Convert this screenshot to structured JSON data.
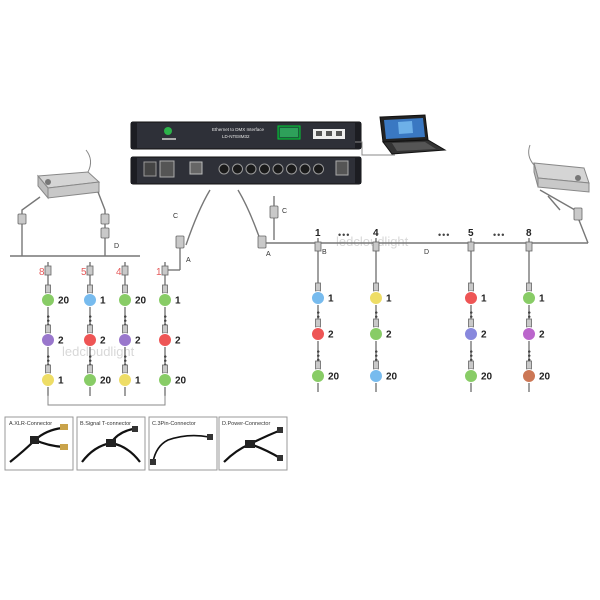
{
  "controller": {
    "title": "Ethernet to DMX Interface",
    "model": "LD-NTE8M32"
  },
  "watermarks": [
    "ledcloudlight",
    "ledcloudlight"
  ],
  "connector_labels": {
    "A": "A",
    "B": "B",
    "C": "C",
    "D": "D"
  },
  "dots": "•••",
  "left_strands": [
    {
      "id": "8",
      "nodes": [
        {
          "label": "20",
          "color": "#88cc66"
        },
        {
          "label": "2",
          "color": "#9977cc"
        },
        {
          "label": "1",
          "color": "#eedd66"
        }
      ]
    },
    {
      "id": "5",
      "nodes": [
        {
          "label": "1",
          "color": "#77bbee"
        },
        {
          "label": "2",
          "color": "#ee5555"
        },
        {
          "label": "20",
          "color": "#88cc66"
        }
      ]
    },
    {
      "id": "4",
      "nodes": [
        {
          "label": "20",
          "color": "#88cc66"
        },
        {
          "label": "2",
          "color": "#9977cc"
        },
        {
          "label": "1",
          "color": "#eedd66"
        }
      ]
    },
    {
      "id": "1",
      "nodes": [
        {
          "label": "1",
          "color": "#88cc66"
        },
        {
          "label": "2",
          "color": "#ee5555"
        },
        {
          "label": "20",
          "color": "#88cc66"
        }
      ]
    }
  ],
  "right_strands": [
    {
      "id": "1",
      "nodes": [
        {
          "label": "1",
          "color": "#77bbee"
        },
        {
          "label": "2",
          "color": "#ee5555"
        },
        {
          "label": "20",
          "color": "#88cc66"
        }
      ]
    },
    {
      "id": "4",
      "nodes": [
        {
          "label": "1",
          "color": "#eedd66"
        },
        {
          "label": "2",
          "color": "#88cc66"
        },
        {
          "label": "20",
          "color": "#77bbee"
        }
      ]
    },
    {
      "id": "5",
      "nodes": [
        {
          "label": "1",
          "color": "#ee5555"
        },
        {
          "label": "2",
          "color": "#8888dd"
        },
        {
          "label": "20",
          "color": "#88cc66"
        }
      ]
    },
    {
      "id": "8",
      "nodes": [
        {
          "label": "1",
          "color": "#88cc66"
        },
        {
          "label": "2",
          "color": "#bb66cc"
        },
        {
          "label": "20",
          "color": "#cc7755"
        }
      ]
    }
  ],
  "legend": [
    {
      "label": "A.XLR-Connector",
      "icon": "xlr-y-connector-icon"
    },
    {
      "label": "B.Signal T-connector",
      "icon": "signal-t-connector-icon"
    },
    {
      "label": "C.3Pin-Connector",
      "icon": "3pin-connector-icon"
    },
    {
      "label": "D.Power-Connector",
      "icon": "power-connector-icon"
    }
  ]
}
